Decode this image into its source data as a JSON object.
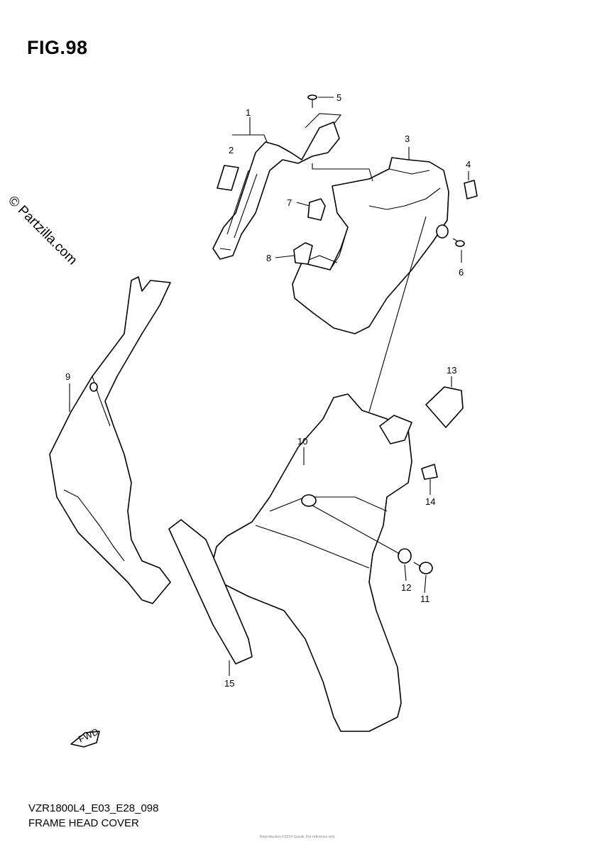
{
  "figure": {
    "title": "FIG.98",
    "watermark": "© Partzilla.com",
    "model_code": "VZR1800L4_E03_E28_098",
    "caption": "FRAME HEAD COVER",
    "copyright_note": "Reproduction ©2014 Suzuki. For reference only.",
    "fwd_label": "FWD"
  },
  "callouts": [
    {
      "id": "1",
      "label": "1"
    },
    {
      "id": "2",
      "label": "2"
    },
    {
      "id": "3",
      "label": "3"
    },
    {
      "id": "4",
      "label": "4"
    },
    {
      "id": "5",
      "label": "5"
    },
    {
      "id": "6",
      "label": "6"
    },
    {
      "id": "7",
      "label": "7"
    },
    {
      "id": "8",
      "label": "8"
    },
    {
      "id": "9",
      "label": "9"
    },
    {
      "id": "10",
      "label": "10"
    },
    {
      "id": "11",
      "label": "11"
    },
    {
      "id": "12",
      "label": "12"
    },
    {
      "id": "13",
      "label": "13"
    },
    {
      "id": "14",
      "label": "14"
    },
    {
      "id": "15",
      "label": "15"
    }
  ]
}
